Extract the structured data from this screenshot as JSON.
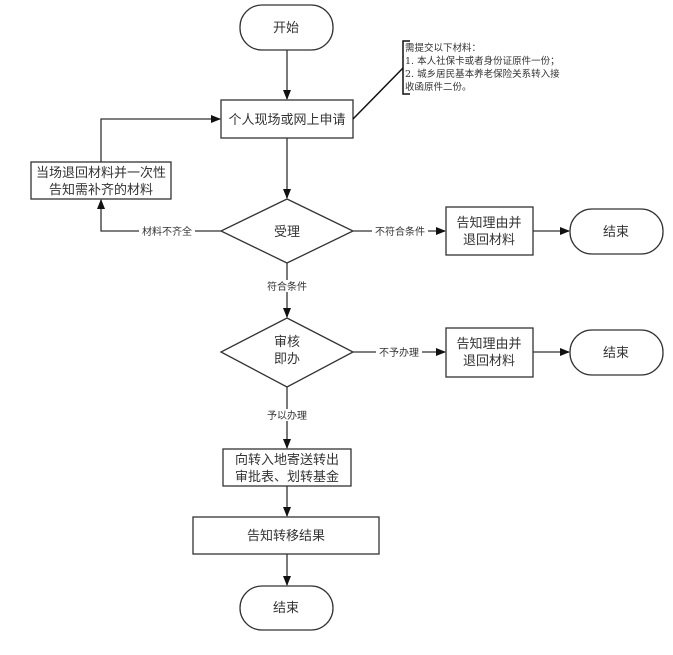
{
  "diagram": {
    "type": "flowchart",
    "nodes": {
      "start": {
        "label": "开始",
        "shape": "terminator"
      },
      "apply": {
        "label": "个人现场或网上申请",
        "shape": "process"
      },
      "note": {
        "shape": "annotation",
        "lines": [
          "需提交以下材料：",
          "1. 本人社保卡或者身份证原件一份；",
          "2. 城乡居民基本养老保险关系转入接",
          "收函原件二份。"
        ]
      },
      "return_materials": {
        "lines": [
          "当场退回材料并一次性",
          "告知需补齐的材料"
        ],
        "shape": "process"
      },
      "accept": {
        "label": "受理",
        "shape": "decision"
      },
      "reject1": {
        "lines": [
          "告知理由并",
          "退回材料"
        ],
        "shape": "process"
      },
      "end1": {
        "label": "结束",
        "shape": "terminator"
      },
      "review": {
        "lines": [
          "审核",
          "即办"
        ],
        "shape": "decision"
      },
      "reject2": {
        "lines": [
          "告知理由并",
          "退回材料"
        ],
        "shape": "process"
      },
      "end2": {
        "label": "结束",
        "shape": "terminator"
      },
      "send": {
        "lines": [
          "向转入地寄送转出",
          "审批表、划转基金"
        ],
        "shape": "process"
      },
      "notify": {
        "label": "告知转移结果",
        "shape": "process"
      },
      "end3": {
        "label": "结束",
        "shape": "terminator"
      }
    },
    "edges": {
      "incomplete": "材料不齐全",
      "not_qualified": "不符合条件",
      "qualified": "符合条件",
      "not_handled": "不予办理",
      "handled": "予以办理"
    },
    "colors": {
      "stroke": "#333333",
      "text": "#333333",
      "background": "#ffffff"
    }
  }
}
